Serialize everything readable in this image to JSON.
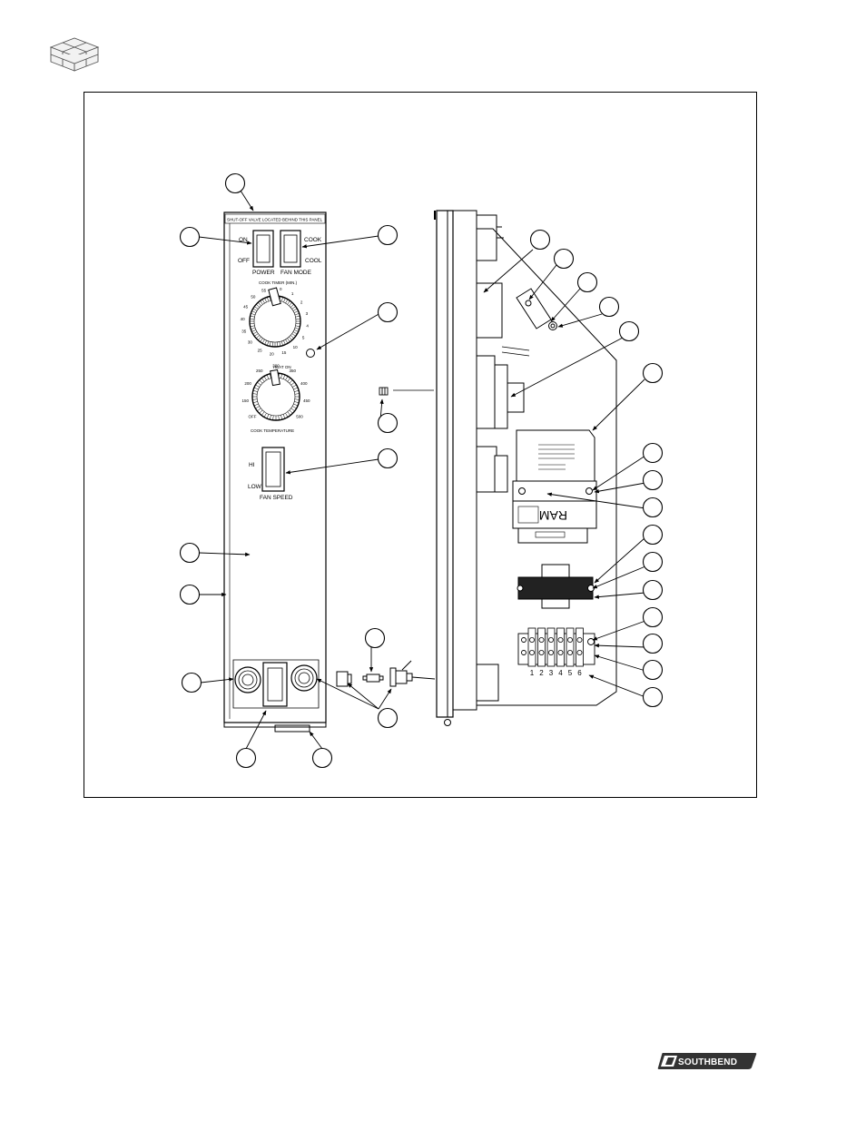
{
  "page": {
    "background": "#ffffff",
    "line_color": "#000000"
  },
  "icons": {
    "header": "exploded-cube-icon",
    "brand": "southbend-logo"
  },
  "logo": {
    "text": "SOUTHBEND"
  },
  "front_panel": {
    "header_label": "SHUT-OFF VALVE LOCATED BEHIND THIS PANEL",
    "power_switch": {
      "on": "ON",
      "off": "OFF",
      "name": "POWER"
    },
    "fan_mode_switch": {
      "cook": "COOK",
      "cool": "COOL",
      "name": "FAN MODE"
    },
    "cook_timer": {
      "title": "COOK TIMER (MIN.)",
      "marks": [
        "0",
        "1",
        "2",
        "3",
        "4",
        "5",
        "10",
        "15",
        "20",
        "25",
        "30",
        "35",
        "40",
        "45",
        "50",
        "55"
      ]
    },
    "thermostat": {
      "heat_on": "HEAT ON",
      "marks": [
        "OFF",
        "150",
        "200",
        "250",
        "300",
        "350",
        "400",
        "450",
        "500"
      ],
      "title": "COOK TEMPERATURE"
    },
    "fan_speed_switch": {
      "hi": "HI",
      "low": "LOW",
      "name": "FAN SPEED"
    }
  },
  "ram_module": {
    "label": "RAM"
  },
  "terminal_block": {
    "numbers": [
      "1",
      "2",
      "3",
      "4",
      "5",
      "6"
    ]
  }
}
